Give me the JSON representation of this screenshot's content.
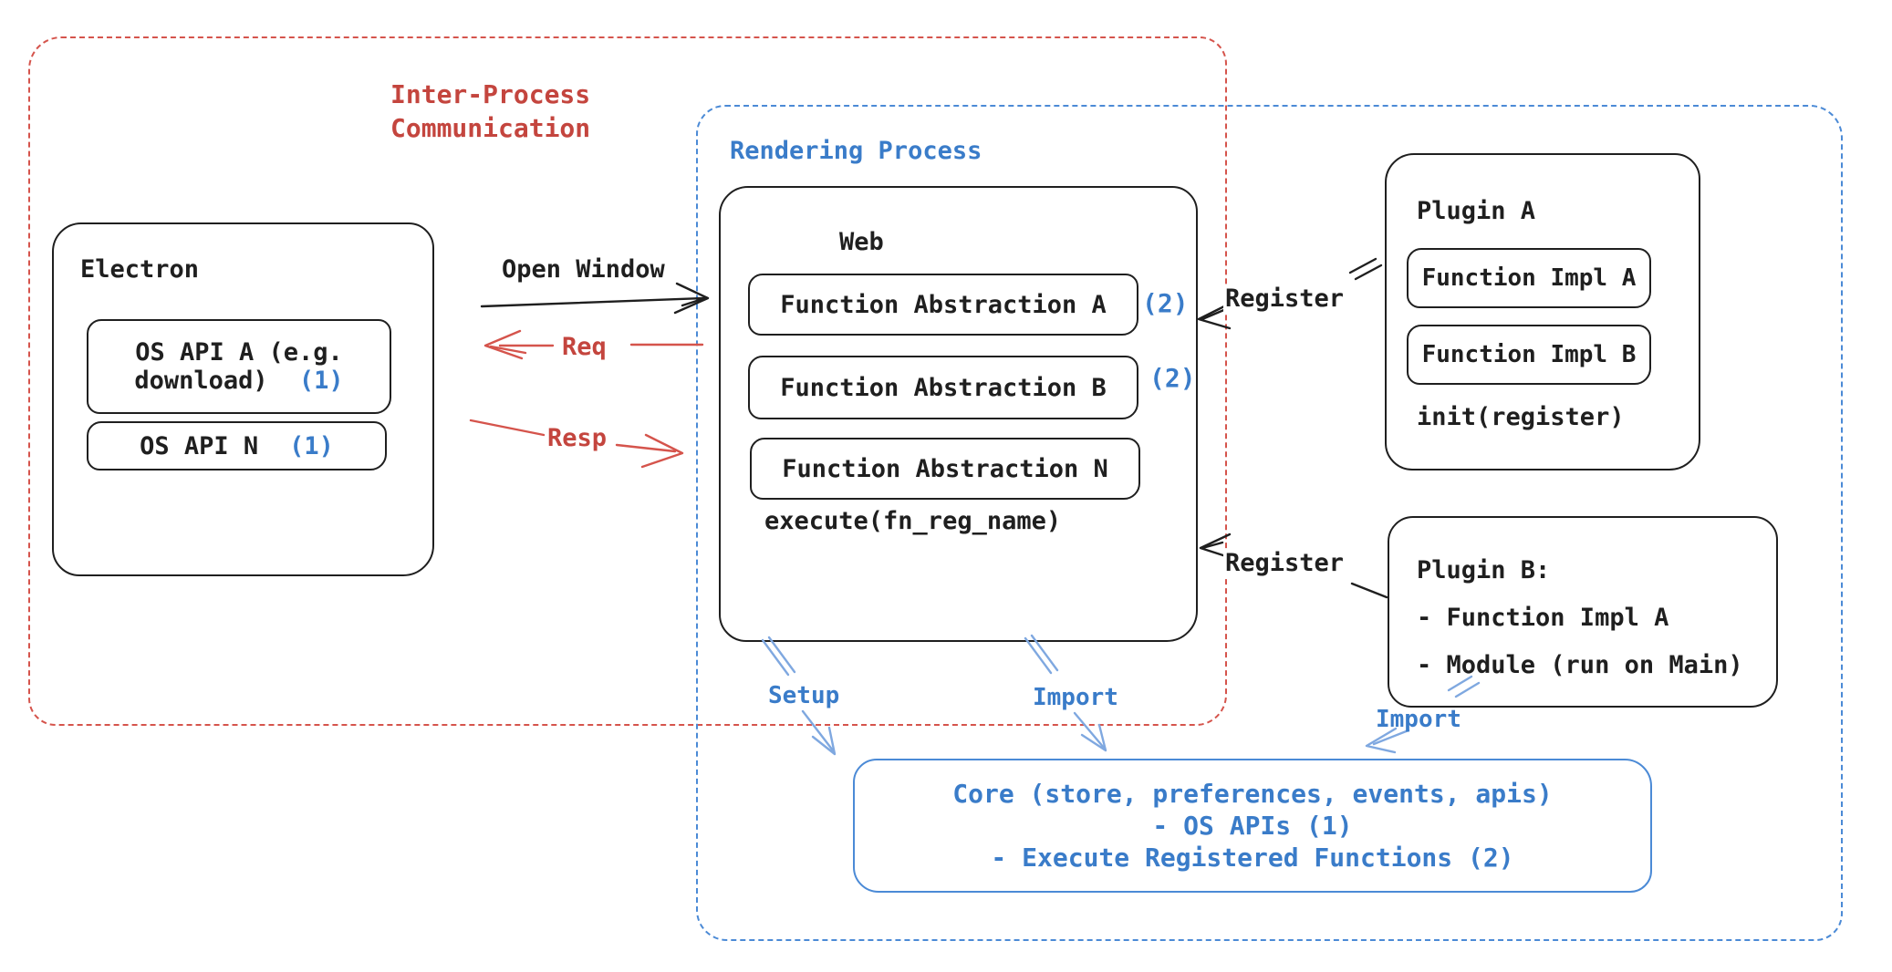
{
  "ipc": {
    "title_line1": "Inter-Process",
    "title_line2": "Communication"
  },
  "rendering": {
    "title": "Rendering Process"
  },
  "electron": {
    "title": "Electron",
    "os_api_a_line1": "OS API A (e.g.",
    "os_api_a_line2": "download)",
    "os_api_a_badge": "(1)",
    "os_api_n": "OS API N",
    "os_api_n_badge": "(1)"
  },
  "web": {
    "title": "Web",
    "fa_a": "Function Abstraction A",
    "fa_a_badge": "(2)",
    "fa_b": "Function Abstraction B",
    "fa_b_badge": "(2)",
    "fa_n": "Function Abstraction N",
    "execute_label": "execute(fn_reg_name)"
  },
  "plugin_a": {
    "title": "Plugin A",
    "impl_a": "Function Impl A",
    "impl_b": "Function Impl B",
    "init_label": "init(register)"
  },
  "plugin_b": {
    "title": "Plugin B:",
    "item_1": "- Function Impl A",
    "item_2": "- Module (run on Main)"
  },
  "core": {
    "line1": "Core (store, preferences, events, apis)",
    "line2": "- OS APIs (1)",
    "line3": "- Execute Registered Functions (2)"
  },
  "arrows": {
    "open_window": "Open Window",
    "req": "Req",
    "resp": "Resp",
    "register_top": "Register",
    "register_bottom": "Register",
    "setup": "Setup",
    "import_mid": "Import",
    "import_right": "Import"
  },
  "colors": {
    "ink": "#1f1f1f",
    "red": "#c4453e",
    "red_border": "#d5544c",
    "blue": "#3a7cc9",
    "blue_border": "#4b8ad6",
    "arrow_blue": "#7fa8e0"
  }
}
